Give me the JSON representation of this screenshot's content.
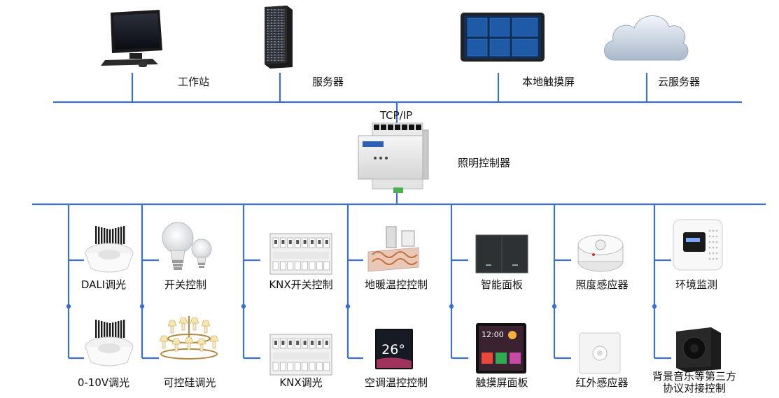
{
  "network": {
    "protocol": "TCP/IP",
    "line_color": "#3b6fd4"
  },
  "top_devices": [
    {
      "label": "工作站",
      "icon": "workstation-monitor-icon"
    },
    {
      "label": "服务器",
      "icon": "server-rack-icon"
    },
    {
      "label": "本地触摸屏",
      "icon": "touch-screen-icon"
    },
    {
      "label": "云服务器",
      "icon": "cloud-icon"
    }
  ],
  "controller": {
    "label": "照明控制器",
    "icon": "din-rail-controller-icon"
  },
  "branches": [
    {
      "top": {
        "label": "DALI调光",
        "icon": "downlight-icon"
      },
      "bottom": {
        "label": "0-10V调光",
        "icon": "downlight-icon"
      }
    },
    {
      "top": {
        "label": "开关控制",
        "icon": "light-bulb-icon"
      },
      "bottom": {
        "label": "可控硅调光",
        "icon": "chandelier-icon"
      }
    },
    {
      "top": {
        "label": "KNX开关控制",
        "icon": "knx-module-icon"
      },
      "bottom": {
        "label": "KNX调光",
        "icon": "knx-module-icon"
      }
    },
    {
      "top": {
        "label": "地暖温控控制",
        "icon": "floor-heating-icon"
      },
      "bottom": {
        "label": "空调温控控制",
        "icon": "thermostat-icon"
      }
    },
    {
      "top": {
        "label": "智能面板",
        "icon": "switch-panel-icon"
      },
      "bottom": {
        "label": "触摸屏面板",
        "icon": "touch-panel-icon"
      }
    },
    {
      "top": {
        "label": "照度感应器",
        "icon": "light-sensor-icon"
      },
      "bottom": {
        "label": "红外感应器",
        "icon": "pir-sensor-icon"
      }
    },
    {
      "top": {
        "label": "环境监测",
        "icon": "environment-monitor-icon"
      },
      "bottom": {
        "label": "背景音乐等第三方\n协议对接控制",
        "icon": "speaker-icon"
      }
    }
  ],
  "touch_panel_time": "12:00",
  "thermostat_temp": "26°"
}
